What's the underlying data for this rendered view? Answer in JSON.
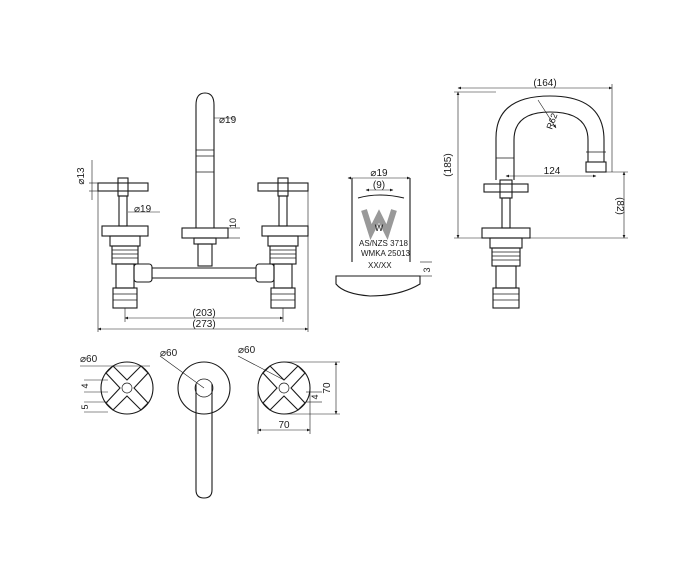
{
  "front_view": {
    "dia_13": "13",
    "dia_19_spout": "19",
    "dia_19_stem": "19",
    "dim_10": "10",
    "dim_203": "(203)",
    "dim_273": "(273)"
  },
  "section_view": {
    "dia_19": "19",
    "dim_9": "(9)",
    "dim_3": "3",
    "mark_line1": "AS/NZS 3718",
    "mark_line2": "WMKA 25013",
    "mark_line3": "XX/XX",
    "logo_letter": "W"
  },
  "side_view": {
    "dim_164": "(164)",
    "radius": "R62",
    "dim_124": "124",
    "dim_185": "(185)",
    "dim_82": "(82)"
  },
  "plan_view": {
    "dia_60_left": "60",
    "dia_60_center": "60",
    "dia_60_right": "60",
    "dim_4_left": "4",
    "dim_5_left": "5",
    "dim_4_right": "4",
    "dim_70_height": "70",
    "dim_70_width": "70"
  }
}
